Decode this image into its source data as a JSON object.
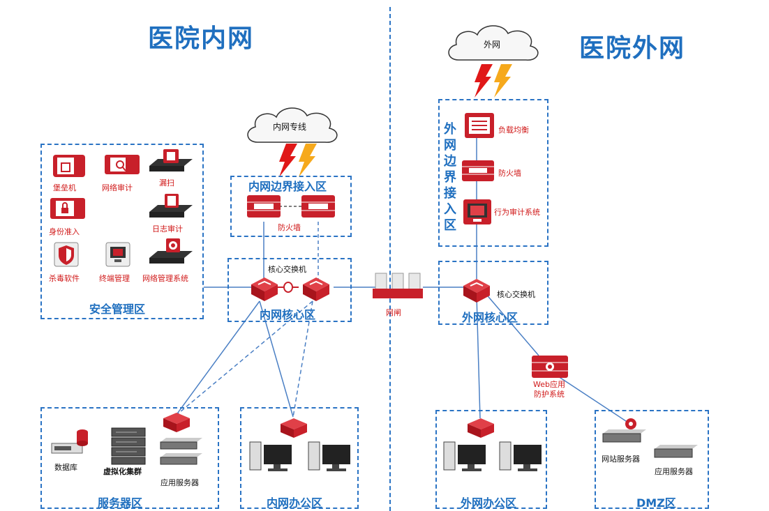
{
  "titles": {
    "inner": "医院内网",
    "outer": "医院外网"
  },
  "clouds": {
    "outer": "外网",
    "inner": "内网专线"
  },
  "zones": {
    "security": "安全管理区",
    "inner_border": "内网边界接入区",
    "inner_core": "内网核心区",
    "outer_core": "外网核心区",
    "server": "服务器区",
    "inner_office": "内网办公区",
    "outer_office": "外网办公区",
    "dmz": "DMZ区",
    "outer_border_chars": [
      "外",
      "网",
      "边",
      "界",
      "接",
      "入",
      "区"
    ]
  },
  "security_devices": {
    "bastion": "堡垒机",
    "net_audit": "网络审计",
    "vuln_scan": "漏扫",
    "identity": "身份准入",
    "log_audit": "日志审计",
    "antivirus": "杀毒软件",
    "terminal_mgmt": "终端管理",
    "net_mgmt": "网络管理系统"
  },
  "labels": {
    "firewall_inner": "防火墙",
    "core_switch_inner": "核心交换机",
    "gatekeeper": "网闸",
    "load_balancer": "负载均衡",
    "firewall_outer": "防火墙",
    "behavior_audit": "行为审计系统",
    "core_switch_outer": "核心交换机",
    "waf": "Web应用\n防护系统",
    "database": "数据库",
    "virtualization": "虚拟化集群",
    "app_server_inner": "应用服务器",
    "web_server": "网站服务器",
    "app_server_dmz": "应用服务器"
  },
  "colors": {
    "accent_blue": "#1f6fbf",
    "device_red": "#c8202a",
    "label_red": "#d01818",
    "lightning_red": "#e01818",
    "lightning_yellow": "#f6a91c"
  }
}
